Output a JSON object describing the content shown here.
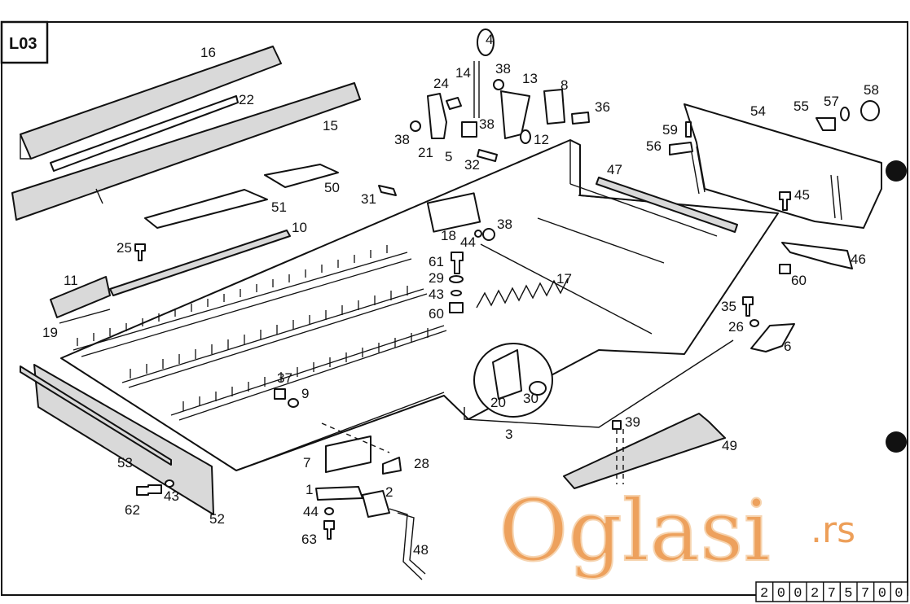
{
  "sheet_code": "L03",
  "serial_digits": [
    "2",
    "0",
    "0",
    "2",
    "7",
    "5",
    "7",
    "0",
    "0"
  ],
  "watermark": {
    "brand": "Oglasi",
    "tld": ".rs",
    "color": "#e8872f"
  },
  "callouts": {
    "n1": "1",
    "n2": "2",
    "n3": "3",
    "n4": "4",
    "n5": "5",
    "n6": "6",
    "n7": "7",
    "n8": "8",
    "n9": "9",
    "n10": "10",
    "n11": "11",
    "n12": "12",
    "n13": "13",
    "n14": "14",
    "n15": "15",
    "n16": "16",
    "n17": "17",
    "n18": "18",
    "n19": "19",
    "n20": "20",
    "n21": "21",
    "n22": "22",
    "n24": "24",
    "n25": "25",
    "n26": "26",
    "n28": "28",
    "n29": "29",
    "n30": "30",
    "n31": "31",
    "n32": "32",
    "n35": "35",
    "n36": "36",
    "n37": "37",
    "n38a": "38",
    "n38b": "38",
    "n38c": "38",
    "n38d": "38",
    "n39": "39",
    "n43a": "43",
    "n43b": "43",
    "n44a": "44",
    "n44b": "44",
    "n45": "45",
    "n46": "46",
    "n47": "47",
    "n48": "48",
    "n49": "49",
    "n50": "50",
    "n51": "51",
    "n52": "52",
    "n53": "53",
    "n54": "54",
    "n55": "55",
    "n56": "56",
    "n57": "57",
    "n58": "58",
    "n59": "59",
    "n60a": "60",
    "n60b": "60",
    "n61": "61",
    "n62": "62",
    "n63": "63"
  }
}
